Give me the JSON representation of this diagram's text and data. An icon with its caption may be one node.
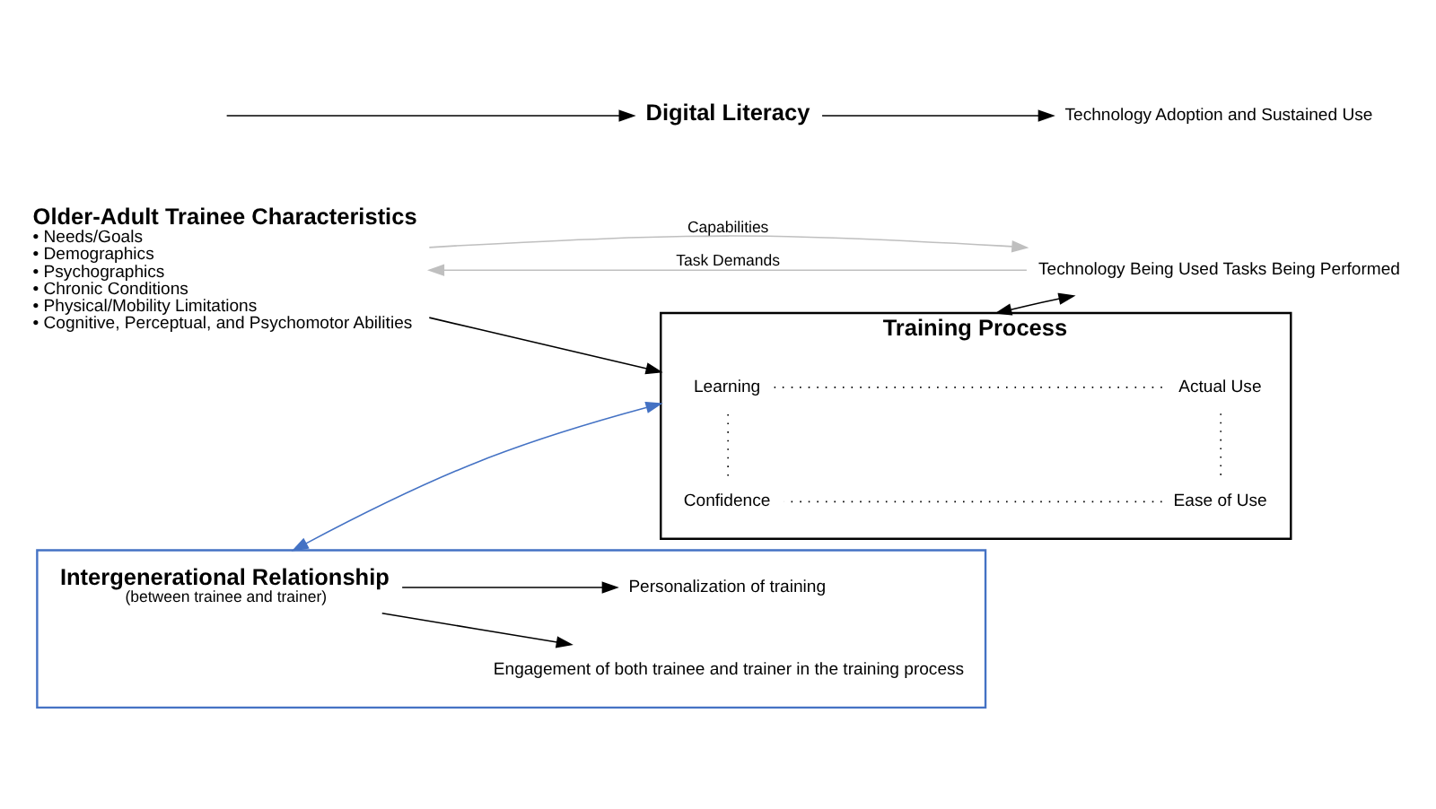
{
  "diagram": {
    "nodes": [
      {
        "text": [
          "Older-Adult Trainee Characteristics",
          "• Needs/Goals",
          "• Demographics",
          "• Psychographics",
          "• Chronic Conditions",
          "• Physical/Mobility Limitations",
          "• Cognitive, Perceptual, and Psychomotor Abilities"
        ]
      },
      {
        "text": [
          "Training Process"
        ]
      },
      {
        "text": [
          "Learning"
        ],
        "in": 1
      },
      {
        "text": [
          "Actual Use"
        ],
        "in": 1
      },
      {
        "text": [
          "Confidence"
        ],
        "in": 1
      },
      {
        "text": [
          "Ease of Use"
        ],
        "in": 1
      },
      {
        "text": [
          "Technology Being Used Tasks Being Performed"
        ]
      },
      {
        "text": [],
        "shape": "box"
      },
      {
        "text": [
          "Intergenerational Relationship",
          "(between trainee and trainer)"
        ],
        "in": 7
      },
      {
        "text": [
          "Personalization of training"
        ],
        "in": 7
      },
      {
        "text": [
          "Engagement of both trainee and trainer in the training process"
        ],
        "in": 7
      },
      {
        "text": [
          "Digital Literacy"
        ]
      },
      {
        "text": [
          "Technology Adoption and Sustained Use"
        ]
      }
    ],
    "edges": [
      {
        "from": 0,
        "to": 1,
        "arrow": "to"
      },
      {
        "from": 2,
        "to": 3,
        "arrow": "none",
        "style": "dashed"
      },
      {
        "from": 3,
        "to": 5,
        "arrow": "none",
        "style": "dashed"
      },
      {
        "from": 5,
        "to": 4,
        "arrow": "none",
        "style": "dashed"
      },
      {
        "from": 4,
        "to": 2,
        "arrow": "none",
        "style": "dashed"
      },
      {
        "from": 1,
        "to": 6,
        "arrow": "both"
      },
      {
        "from": 0,
        "to": 6,
        "arrow": "to",
        "label": "Capabilities",
        "color": "#bfbfbf"
      },
      {
        "from": 6,
        "to": 0,
        "arrow": "to",
        "label": "Task Demands",
        "color": "#bfbfbf"
      },
      {
        "from": 8,
        "to": 9,
        "arrow": "to"
      },
      {
        "from": 8,
        "to": 10,
        "arrow": "to"
      },
      {
        "from": 7,
        "to": 1,
        "arrow": "both",
        "color": "#4472c4"
      },
      {
        "from": null,
        "to": 11,
        "arrow": "to"
      },
      {
        "from": 11,
        "to": 12,
        "arrow": "to"
      }
    ]
  }
}
